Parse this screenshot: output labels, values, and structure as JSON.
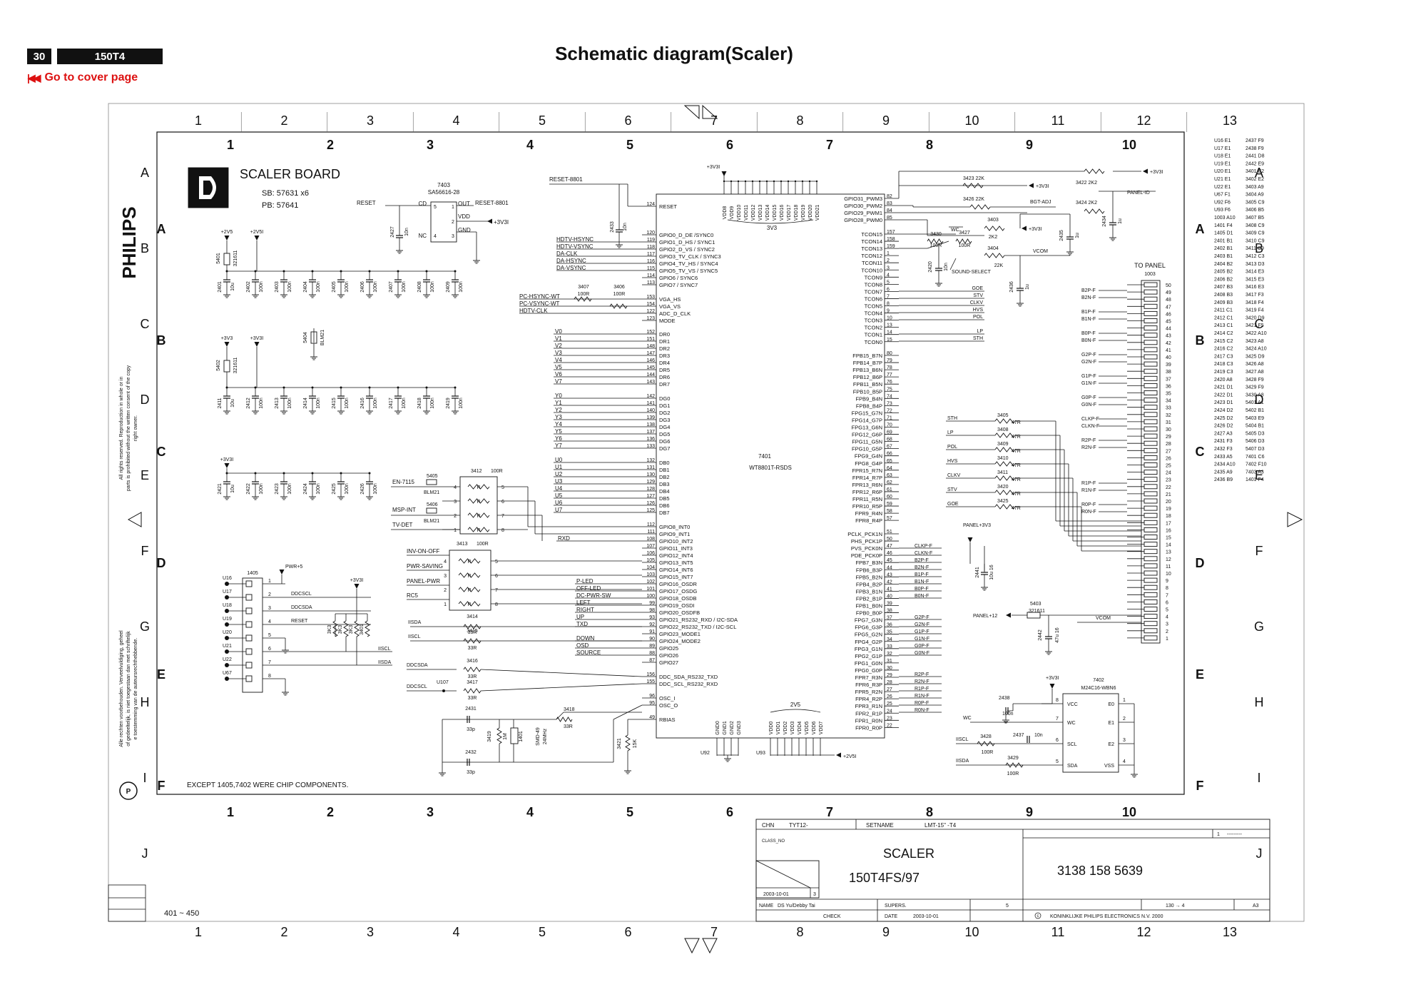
{
  "header": {
    "page_number": "30",
    "model": "150T4",
    "cover_link": "Go to cover page",
    "title": "Schematic diagram(Scaler)"
  },
  "board": {
    "title": "SCALER BOARD",
    "sb": "SB: 57631 x6",
    "pb": "PB: 57641",
    "logo_text": "D"
  },
  "brand": "PHILIPS",
  "note_copyright": "All rights reserved. Reproduction in whole or in parts is prohibited without the written consent of the copyright owner.",
  "note_dutch": "Alle rechten voorbehouden. Verveelvuldiging, geheel of gedeeltelijk, is niet toegestaan dan met schriftelijke toestemming van de auteursrechthebbende.",
  "footnote": "EXCEPT 1405,7402 WERE CHIP COMPONENTS.",
  "range": "401 ~ 450",
  "grid": {
    "outer_cols": [
      "1",
      "2",
      "3",
      "4",
      "5",
      "6",
      "7",
      "8",
      "9",
      "10",
      "11",
      "12",
      "13"
    ],
    "inner_cols": [
      "1",
      "2",
      "3",
      "4",
      "5",
      "6",
      "7",
      "8",
      "9",
      "10"
    ],
    "outer_rows": [
      "A",
      "B",
      "C",
      "D",
      "E",
      "F",
      "G",
      "H",
      "I",
      "J"
    ],
    "inner_rows": [
      "A",
      "B",
      "C",
      "D",
      "E",
      "F"
    ]
  },
  "ic7401": {
    "ref": "7401",
    "part": "WT8801T-RSDS",
    "left": [
      [
        "124",
        "RESET"
      ],
      [
        "120",
        "GPIO0_D_DE /SYNC0"
      ],
      [
        "119",
        "GPIO1_D_HS / SYNC1"
      ],
      [
        "118",
        "GPIO2_D_VS / SYNC2"
      ],
      [
        "117",
        "GPIO3_TV_CLK / SYNC3"
      ],
      [
        "116",
        "GPIO4_TV_HS / SYNC4"
      ],
      [
        "115",
        "GPIO5_TV_VS / SYNC5"
      ],
      [
        "114",
        "GPIO6 / SYNC6"
      ],
      [
        "113",
        "GPIO7 / SYNC7"
      ],
      [
        "153",
        "VGA_HS"
      ],
      [
        "154",
        "VGA_VS"
      ],
      [
        "122",
        "ADC_D_CLK"
      ],
      [
        "123",
        "MODE"
      ],
      [
        "152",
        "DR0"
      ],
      [
        "151",
        "DR1"
      ],
      [
        "148",
        "DR2"
      ],
      [
        "147",
        "DR3"
      ],
      [
        "146",
        "DR4"
      ],
      [
        "145",
        "DR5"
      ],
      [
        "144",
        "DR6"
      ],
      [
        "143",
        "DR7"
      ],
      [
        "142",
        "DG0"
      ],
      [
        "141",
        "DG1"
      ],
      [
        "140",
        "DG2"
      ],
      [
        "139",
        "DG3"
      ],
      [
        "138",
        "DG4"
      ],
      [
        "137",
        "DG5"
      ],
      [
        "136",
        "DG6"
      ],
      [
        "133",
        "DG7"
      ],
      [
        "132",
        "DB0"
      ],
      [
        "131",
        "DB1"
      ],
      [
        "130",
        "DB2"
      ],
      [
        "129",
        "DB3"
      ],
      [
        "128",
        "DB4"
      ],
      [
        "127",
        "DB5"
      ],
      [
        "126",
        "DB6"
      ],
      [
        "125",
        "DB7"
      ],
      [
        "112",
        "GPIO8_INT0"
      ],
      [
        "111",
        "GPIO9_INT1"
      ],
      [
        "108",
        "GPIO10_INT2"
      ],
      [
        "107",
        "GPIO11_INT3"
      ],
      [
        "106",
        "GPIO12_INT4"
      ],
      [
        "105",
        "GPIO13_INT5"
      ],
      [
        "104",
        "GPIO14_INT6"
      ],
      [
        "103",
        "GPIO15_INT7"
      ],
      [
        "102",
        "GPIO16_OSDR"
      ],
      [
        "101",
        "GPIO17_OSDG"
      ],
      [
        "100",
        "GPIO18_OSDB"
      ],
      [
        "99",
        "GPIO19_OSDI"
      ],
      [
        "98",
        "GPIO20_OSDFB"
      ],
      [
        "93",
        "GPIO21_RS232_RXD / I2C-SDA"
      ],
      [
        "92",
        "GPIO22_RS232_TXD / I2C-SCL"
      ],
      [
        "91",
        "GPIO23_MODE1"
      ],
      [
        "90",
        "GPIO24_MODE2"
      ],
      [
        "89",
        "GPIO25"
      ],
      [
        "88",
        "GPIO26"
      ],
      [
        "87",
        "GPIO27"
      ],
      [
        "156",
        "DDC_SDA_RS232_TXD"
      ],
      [
        "155",
        "DDC_SCL_RS232_RXD"
      ],
      [
        "96",
        "OSC_I"
      ],
      [
        "95",
        "OSC_O"
      ],
      [
        "49",
        "RBIAS"
      ]
    ],
    "right": [
      [
        "82",
        "GPIO31_PWM3"
      ],
      [
        "83",
        "GPIO30_PWM2"
      ],
      [
        "84",
        "GPIO29_PWM1"
      ],
      [
        "85",
        "GPIO28_PWM0"
      ],
      [
        "157",
        "TCON15"
      ],
      [
        "158",
        "TCON14"
      ],
      [
        "159",
        "TCON13"
      ],
      [
        "1",
        "TCON12"
      ],
      [
        "2",
        "TCON11"
      ],
      [
        "3",
        "TCON10"
      ],
      [
        "4",
        "TCON9"
      ],
      [
        "5",
        "TCON8"
      ],
      [
        "6",
        "TCON7"
      ],
      [
        "7",
        "TCON6"
      ],
      [
        "8",
        "TCON5"
      ],
      [
        "9",
        "TCON4"
      ],
      [
        "10",
        "TCON3"
      ],
      [
        "13",
        "TCON2"
      ],
      [
        "14",
        "TCON1"
      ],
      [
        "15",
        "TCON0"
      ],
      [
        "80",
        "FPB15_B7N"
      ],
      [
        "79",
        "FPB14_B7P"
      ],
      [
        "78",
        "FPB13_B6N"
      ],
      [
        "77",
        "FPB12_B6P"
      ],
      [
        "76",
        "FPB11_B5N"
      ],
      [
        "75",
        "FPB10_B5P"
      ],
      [
        "74",
        "FPB9_B4N"
      ],
      [
        "73",
        "FPB8_B4P"
      ],
      [
        "72",
        "FPG15_G7N"
      ],
      [
        "71",
        "FPG14_G7P"
      ],
      [
        "70",
        "FPG13_G6N"
      ],
      [
        "69",
        "FPG12_G6P"
      ],
      [
        "68",
        "FPG11_G5N"
      ],
      [
        "67",
        "FPG10_G5P"
      ],
      [
        "66",
        "FPG9_G4N"
      ],
      [
        "65",
        "FPG8_G4P"
      ],
      [
        "64",
        "FPR15_R7N"
      ],
      [
        "63",
        "FPR14_R7P"
      ],
      [
        "62",
        "FPR13_R6N"
      ],
      [
        "61",
        "FPR12_R6P"
      ],
      [
        "60",
        "FPR11_R5N"
      ],
      [
        "59",
        "FPR10_R5P"
      ],
      [
        "58",
        "FPR9_R4N"
      ],
      [
        "57",
        "FPR8_R4P"
      ],
      [
        "51",
        "PCLK_PCK1N"
      ],
      [
        "50",
        "PHS_PCK1P"
      ],
      [
        "47",
        "PVS_PCK0N"
      ],
      [
        "46",
        "PDE_PCK0P"
      ],
      [
        "45",
        "FPB7_B3N"
      ],
      [
        "44",
        "FPB6_B3P"
      ],
      [
        "43",
        "FPB5_B2N"
      ],
      [
        "42",
        "FPB4_B2P"
      ],
      [
        "41",
        "FPB3_B1N"
      ],
      [
        "40",
        "FPB2_B1P"
      ],
      [
        "39",
        "FPB1_B0N"
      ],
      [
        "38",
        "FPB0_B0P"
      ],
      [
        "37",
        "FPG7_G3N"
      ],
      [
        "36",
        "FPG6_G3P"
      ],
      [
        "35",
        "FPG5_G2N"
      ],
      [
        "34",
        "FPG4_G2P"
      ],
      [
        "33",
        "FPG3_G1N"
      ],
      [
        "32",
        "FPG2_G1P"
      ],
      [
        "31",
        "FPG1_G0N"
      ],
      [
        "30",
        "FPG0_G0P"
      ],
      [
        "29",
        "FPR7_R3N"
      ],
      [
        "28",
        "FPR6_R3P"
      ],
      [
        "27",
        "FPR5_R2N"
      ],
      [
        "26",
        "FPR4_R2P"
      ],
      [
        "25",
        "FPR3_R1N"
      ],
      [
        "24",
        "FPR2_R1P"
      ],
      [
        "23",
        "FPR1_R0N"
      ],
      [
        "22",
        "FPR0_R0P"
      ]
    ],
    "top": [
      "VDD8",
      "VDD9",
      "VDD10",
      "VDD11",
      "VDD12",
      "VDD13",
      "VDD14",
      "VDD15",
      "VDD16",
      "VDD17",
      "VDD18",
      "VDD19",
      "VDD20",
      "VDD21"
    ],
    "top_net": "3V3",
    "bottom_gnd": [
      "GND0",
      "GND1",
      "GND2",
      "GND3"
    ],
    "bottom_vdd": [
      "VDD0",
      "VDD1",
      "VDD2",
      "VDD3",
      "VDD4",
      "VDD5",
      "VDD6",
      "VDD7"
    ],
    "bottom_net": "2V5"
  },
  "left_nets": {
    "reset": "RESET-8801",
    "sync": [
      "HDTV-HSYNC",
      "HDTV-VSYNC",
      "DA-CLK",
      "DA-HSYNC",
      "DA-VSYNC"
    ],
    "pc": [
      "PC-HSYNC-WT",
      "PC-VSYNC-WT",
      "HDTV-CLK"
    ],
    "r_resistors": [
      [
        "3407",
        "100R"
      ],
      [
        "3406",
        "100R"
      ]
    ],
    "v": [
      "V0",
      "V1",
      "V2",
      "V3",
      "V4",
      "V5",
      "V6",
      "V7"
    ],
    "y": [
      "Y0",
      "Y1",
      "Y2",
      "Y3",
      "Y4",
      "Y5",
      "Y6",
      "Y7"
    ],
    "u": [
      "U0",
      "U1",
      "U2",
      "U3",
      "U4",
      "U5",
      "U6",
      "U7"
    ],
    "gpio": [
      "RXD",
      "P-LED",
      "OFF-LED",
      "DC-PWR-SW",
      "LEFT",
      "RIGHT",
      "UP",
      "TXD",
      "DOWN",
      "OSD",
      "SOURCE"
    ],
    "ddc": [
      "DDCSDA",
      "DDCSCL",
      "IISDA",
      "IISCL"
    ]
  },
  "right_nets": {
    "tcon": [
      "WC",
      "SOUND-SELECT",
      "GOE",
      "STV",
      "CLKV",
      "HVS",
      "POL",
      "LP",
      "STH"
    ],
    "pwm": [
      [
        "3423",
        "22K",
        "+3V3I"
      ],
      [
        "3426",
        "22K",
        "BGT-ADJ"
      ],
      [
        "3403",
        "2K2",
        "+3V3I"
      ],
      [
        "3404",
        "22K",
        "VCOM"
      ]
    ],
    "lvds": [
      "CLKP-F",
      "CLKN-F",
      "B2P-F",
      "B2N-F",
      "B1P-F",
      "B1N-F",
      "B0P-F",
      "B0N-F",
      "G2P-F",
      "G2N-F",
      "G1P-F",
      "G1N-F",
      "G0P-F",
      "G0N-F",
      "R2P-F",
      "R2N-F",
      "R1P-F",
      "R1N-F",
      "R0P-F",
      "R0N-F"
    ]
  },
  "supply": {
    "rails": [
      "+2V5",
      "+2V5I",
      "+3V3",
      "+3V3I",
      "+3V3I"
    ],
    "row1_caps": [
      "2401",
      "2402",
      "2403",
      "2404",
      "2405",
      "2406",
      "2407",
      "2408",
      "2409"
    ],
    "row2_caps": [
      "2411",
      "2412",
      "2413",
      "2414",
      "2415",
      "2416",
      "2417",
      "2418",
      "2419"
    ],
    "row3_caps": [
      "2421",
      "2422",
      "2423",
      "2424",
      "2425",
      "2426"
    ],
    "cap_value": "100n",
    "first_cap": "10u",
    "beads": [
      [
        "5401",
        "321611"
      ],
      [
        "5402",
        "321611"
      ],
      [
        "5404",
        "BLM21"
      ]
    ]
  },
  "reset_ic": {
    "ref": "7403",
    "part": "SA56616-28",
    "pins": [
      "CD",
      "OUT",
      "VDD",
      "GND",
      "NC"
    ],
    "cap": "2427",
    "cap_val": "10n",
    "net_in": "RESET",
    "net_out": "RESET-8801",
    "vcc": "+3V3I"
  },
  "connector1405": {
    "ref": "1405",
    "rail": "PWR+5",
    "pins": [
      "1",
      "2",
      "3",
      "4",
      "5",
      "6",
      "7",
      "8"
    ],
    "nets": [
      "DDCSCL",
      "DDCSDA",
      "RESET",
      "IISCL",
      "IISDA"
    ],
    "labels": [
      "U16",
      "U17",
      "U18",
      "U19",
      "U20",
      "U21",
      "U22",
      "U67"
    ],
    "pullups": [
      "3K3",
      "3K3",
      "3K3",
      "3401",
      "3402"
    ]
  },
  "rpacks": {
    "r3412": "3412",
    "r3413": "3413",
    "value": "100R",
    "in1": [
      "EN-7115",
      "MSP-INT",
      "TV-DET"
    ],
    "in2": [
      "INV-ON-OFF",
      "PWR-SAVING",
      "PANEL-PWR",
      "RC5"
    ],
    "beads": [
      [
        "5405",
        "BLM21"
      ],
      [
        "5406",
        "BLM21"
      ]
    ]
  },
  "oscillator": {
    "xtal": "1401",
    "freq": "24MHz",
    "part": "SMD-49",
    "r3419": "3419",
    "r3419v": "1M",
    "c2431": "2431",
    "c2432": "2432",
    "cval": "33p",
    "r3418": "3418",
    "r3418v": "33R",
    "r3421": "3421",
    "r3421v": "15K"
  },
  "i2c": {
    "r3414": "3414",
    "r3415": "3415",
    "r3416": "3416",
    "r3417": "3417",
    "val": "33R",
    "u107": "U107"
  },
  "eeprom": {
    "ref": "7402",
    "part": "M24C16-WBN6",
    "pins_left": [
      "VCC",
      "WC",
      "SCL",
      "SDA"
    ],
    "pins_right": [
      "E0",
      "E1",
      "E2",
      "VSS"
    ],
    "cap": "2438",
    "capv": "100n",
    "c2437": "2437",
    "c2437v": "10n",
    "r3428": "3428",
    "r3429": "3429",
    "rv": "100R",
    "nets": [
      "WC",
      "IISCL",
      "IISDA",
      "+3V3I"
    ]
  },
  "panel_conn": {
    "title": "TO PANEL",
    "ref": "1003",
    "panel_3v3": "PANEL+3V3",
    "panel_12": "PANEL+12",
    "vcom": "VCOM",
    "l5403": "5403",
    "l5403v": "321611",
    "c2442": "2442",
    "c2442v": "47u 16",
    "c2441": "2441",
    "c2441v": "10u 16"
  },
  "misc_right": {
    "r3422": "3422 2K2",
    "r3424": "3424 2K2",
    "c2434": "2434",
    "c2434v": "1u",
    "c2435": "2435",
    "c2435v": "1u",
    "c2436": "2436",
    "c2436v": "1u",
    "r3427": "3427",
    "r3427v": "100R",
    "r3430": "3430",
    "r3430v": "100R",
    "c2420": "2420",
    "c2420v": "10n",
    "panel_id": "PANEL-ID",
    "c2433": "2433",
    "c2433v": "10n"
  },
  "tcon_res": [
    [
      "3405",
      "47R",
      "STH"
    ],
    [
      "3408",
      "47R",
      "LP"
    ],
    [
      "3409",
      "47R",
      "POL"
    ],
    [
      "3410",
      "47R",
      "HVS"
    ],
    [
      "3411",
      "47R",
      "CLKV"
    ],
    [
      "3420",
      "47R",
      "STV"
    ],
    [
      "3425",
      "47R",
      "GOE"
    ]
  ],
  "parts_list": [
    [
      "U16",
      "E1"
    ],
    [
      "U17",
      "E1"
    ],
    [
      "U18",
      "E1"
    ],
    [
      "U19",
      "E1"
    ],
    [
      "U20",
      "E1"
    ],
    [
      "U21",
      "E1"
    ],
    [
      "U22",
      "E1"
    ],
    [
      "U67",
      "F1"
    ],
    [
      "U92",
      "F6"
    ],
    [
      "U93",
      "F6"
    ],
    [
      "1003",
      "A10"
    ],
    [
      "1401",
      "F4"
    ],
    [
      "1405",
      "D1"
    ],
    [
      "2401",
      "B1"
    ],
    [
      "2402",
      "B1"
    ],
    [
      "2403",
      "B1"
    ],
    [
      "2404",
      "B2"
    ],
    [
      "2405",
      "B2"
    ],
    [
      "2406",
      "B2"
    ],
    [
      "2407",
      "B3"
    ],
    [
      "2408",
      "B3"
    ],
    [
      "2409",
      "B3"
    ],
    [
      "2411",
      "C1"
    ],
    [
      "2412",
      "C1"
    ],
    [
      "2413",
      "C1"
    ],
    [
      "2414",
      "C2"
    ],
    [
      "2415",
      "C2"
    ],
    [
      "2416",
      "C2"
    ],
    [
      "2417",
      "C3"
    ],
    [
      "2418",
      "C3"
    ],
    [
      "2419",
      "C3"
    ],
    [
      "2420",
      "A8"
    ],
    [
      "2421",
      "D1"
    ],
    [
      "2422",
      "D1"
    ],
    [
      "2423",
      "D1"
    ],
    [
      "2424",
      "D2"
    ],
    [
      "2425",
      "D2"
    ],
    [
      "2426",
      "D2"
    ],
    [
      "2427",
      "A3"
    ],
    [
      "2431",
      "F3"
    ],
    [
      "2432",
      "F3"
    ],
    [
      "2433",
      "A5"
    ],
    [
      "2434",
      "A10"
    ],
    [
      "2435",
      "A9"
    ],
    [
      "2436",
      "B9"
    ],
    [
      "2437",
      "F9"
    ],
    [
      "2438",
      "F9"
    ],
    [
      "2441",
      "D8"
    ],
    [
      "2442",
      "E9"
    ],
    [
      "3401",
      "E2"
    ],
    [
      "3402",
      "E2"
    ],
    [
      "3403",
      "A9"
    ],
    [
      "3404",
      "A9"
    ],
    [
      "3405",
      "C9"
    ],
    [
      "3406",
      "B5"
    ],
    [
      "3407",
      "B5"
    ],
    [
      "3408",
      "C9"
    ],
    [
      "3409",
      "C9"
    ],
    [
      "3410",
      "C9"
    ],
    [
      "3411",
      "C9"
    ],
    [
      "3412",
      "C3"
    ],
    [
      "3413",
      "D3"
    ],
    [
      "3414",
      "E3"
    ],
    [
      "3415",
      "E3"
    ],
    [
      "3416",
      "E3"
    ],
    [
      "3417",
      "F3"
    ],
    [
      "3418",
      "F4"
    ],
    [
      "3419",
      "F4"
    ],
    [
      "3420",
      "D9"
    ],
    [
      "3421",
      "F5"
    ],
    [
      "3422",
      "A10"
    ],
    [
      "3423",
      "A8"
    ],
    [
      "3424",
      "A10"
    ],
    [
      "3425",
      "D9"
    ],
    [
      "3426",
      "A8"
    ],
    [
      "3427",
      "A8"
    ],
    [
      "3428",
      "F9"
    ],
    [
      "3429",
      "F9"
    ],
    [
      "3430",
      "A8"
    ],
    [
      "5401",
      "A1"
    ],
    [
      "5402",
      "B1"
    ],
    [
      "5403",
      "E9"
    ],
    [
      "5404",
      "B1"
    ],
    [
      "5405",
      "D3"
    ],
    [
      "5406",
      "D3"
    ],
    [
      "5407",
      "D3"
    ],
    [
      "7401",
      "C6"
    ],
    [
      "7402",
      "F10"
    ],
    [
      "7403",
      "A3"
    ],
    [
      "1401",
      "F4"
    ]
  ],
  "title_block": {
    "chn_label": "CHN",
    "chn": "TYT12-",
    "setname_label": "SETNAME",
    "setname": "LMT-15\" -T4",
    "class_no": "CLASS_NO",
    "doc_title": "SCALER",
    "doc_model": "150T4FS/97",
    "doc_number": "3138 158 5639",
    "date_box": "2003-10-01",
    "rev": "3",
    "name_label": "NAME",
    "name": "DS Yu/Debby Tai",
    "supers_label": "SUPERS.",
    "check_label": "CHECK",
    "date_label": "DATE",
    "date": "2003-10-01",
    "sheet": "5",
    "sheets": "130 → 4",
    "size": "A3",
    "copyright": "KONINKLIJKE PHILIPS ELECTRONICS N.V. 2000",
    "sheet_no": "1",
    "dashes": "---------"
  }
}
